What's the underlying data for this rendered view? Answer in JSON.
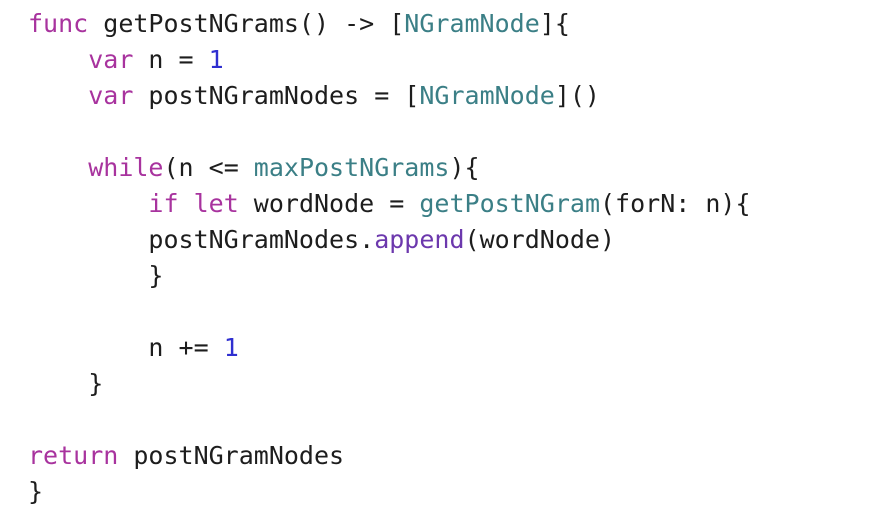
{
  "editor": {
    "lines": [
      [
        {
          "text": "func",
          "kind": "kw",
          "name": "keyword-func"
        },
        {
          "text": " getPostNGrams() -> [",
          "kind": "plain",
          "name": "function-signature"
        },
        {
          "text": "NGramNode",
          "kind": "type",
          "name": "type-ngramnode"
        },
        {
          "text": "]{",
          "kind": "plain",
          "name": "punctuation"
        }
      ],
      [
        {
          "text": "    ",
          "kind": "plain",
          "name": "indent"
        },
        {
          "text": "var",
          "kind": "kw",
          "name": "keyword-var"
        },
        {
          "text": " n = ",
          "kind": "plain",
          "name": "variable-n-declaration"
        },
        {
          "text": "1",
          "kind": "num",
          "name": "number-literal"
        }
      ],
      [
        {
          "text": "    ",
          "kind": "plain",
          "name": "indent"
        },
        {
          "text": "var",
          "kind": "kw",
          "name": "keyword-var"
        },
        {
          "text": " postNGramNodes = [",
          "kind": "plain",
          "name": "variable-postngramnodes-declaration"
        },
        {
          "text": "NGramNode",
          "kind": "type",
          "name": "type-ngramnode"
        },
        {
          "text": "]()",
          "kind": "plain",
          "name": "punctuation"
        }
      ],
      [],
      [
        {
          "text": "    ",
          "kind": "plain",
          "name": "indent"
        },
        {
          "text": "while",
          "kind": "kw",
          "name": "keyword-while"
        },
        {
          "text": "(n <= ",
          "kind": "plain",
          "name": "condition"
        },
        {
          "text": "maxPostNGrams",
          "kind": "ident",
          "name": "identifier-maxpostngrams"
        },
        {
          "text": "){",
          "kind": "plain",
          "name": "punctuation"
        }
      ],
      [
        {
          "text": "        ",
          "kind": "plain",
          "name": "indent"
        },
        {
          "text": "if",
          "kind": "kw",
          "name": "keyword-if"
        },
        {
          "text": " ",
          "kind": "plain",
          "name": "space"
        },
        {
          "text": "let",
          "kind": "kw",
          "name": "keyword-let"
        },
        {
          "text": " wordNode = ",
          "kind": "plain",
          "name": "variable-wordnode-binding"
        },
        {
          "text": "getPostNGram",
          "kind": "call",
          "name": "call-getpostngram"
        },
        {
          "text": "(forN: n){",
          "kind": "plain",
          "name": "call-arguments"
        }
      ],
      [
        {
          "text": "        ",
          "kind": "plain",
          "name": "indent"
        },
        {
          "text": "postNGramNodes.",
          "kind": "plain",
          "name": "receiver-postngramnodes"
        },
        {
          "text": "append",
          "kind": "meth",
          "name": "method-append"
        },
        {
          "text": "(wordNode)",
          "kind": "plain",
          "name": "call-arguments"
        }
      ],
      [
        {
          "text": "        ",
          "kind": "plain",
          "name": "indent"
        },
        {
          "text": "}",
          "kind": "plain",
          "name": "closing-brace"
        }
      ],
      [],
      [
        {
          "text": "        ",
          "kind": "plain",
          "name": "indent"
        },
        {
          "text": "n += ",
          "kind": "plain",
          "name": "increment"
        },
        {
          "text": "1",
          "kind": "num",
          "name": "number-literal"
        }
      ],
      [
        {
          "text": "    ",
          "kind": "plain",
          "name": "indent"
        },
        {
          "text": "}",
          "kind": "plain",
          "name": "closing-brace"
        }
      ],
      [],
      [
        {
          "text": "return",
          "kind": "kw",
          "name": "keyword-return"
        },
        {
          "text": " postNGramNodes",
          "kind": "plain",
          "name": "return-value"
        }
      ],
      [
        {
          "text": "}",
          "kind": "plain",
          "name": "closing-brace"
        }
      ]
    ]
  },
  "colors": {
    "keyword": "#a8339e",
    "type": "#3b7f86",
    "number": "#2f2fd0",
    "method": "#6c38ad",
    "plain": "#1d1d1d",
    "background": "#ffffff"
  }
}
